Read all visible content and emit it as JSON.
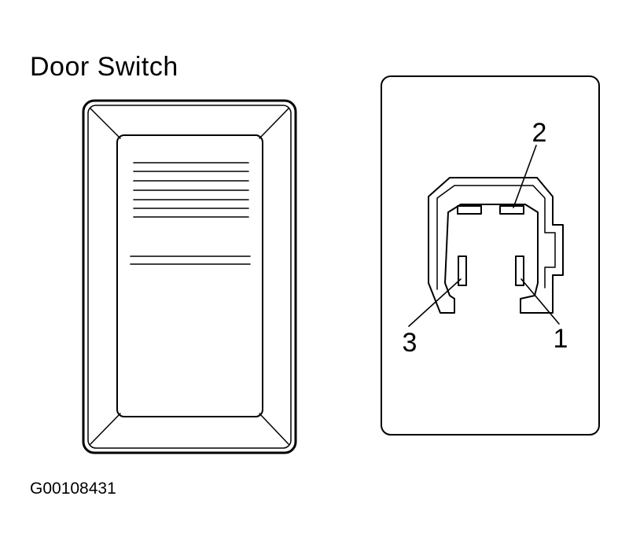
{
  "title": "Door Switch",
  "connector": {
    "pins": [
      {
        "label": "1"
      },
      {
        "label": "2"
      },
      {
        "label": "3"
      }
    ]
  },
  "figure_id": "G00108431",
  "colors": {
    "line": "#000000",
    "background": "#ffffff"
  }
}
